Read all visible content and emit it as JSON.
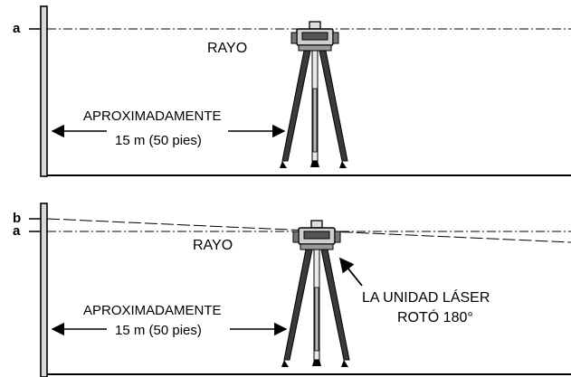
{
  "panel_top": {
    "mark_a": "a",
    "beam_label": "RAYO",
    "distance_line1": "APROXIMADAMENTE",
    "distance_line2": "15 m (50 pies)"
  },
  "panel_bottom": {
    "mark_b": "b",
    "mark_a": "a",
    "beam_label": "RAYO",
    "distance_line1": "APROXIMADAMENTE",
    "distance_line2": "15 m (50 pies)",
    "rotation_line1": "LA UNIDAD LÁSER",
    "rotation_line2": "ROTÓ 180°"
  }
}
